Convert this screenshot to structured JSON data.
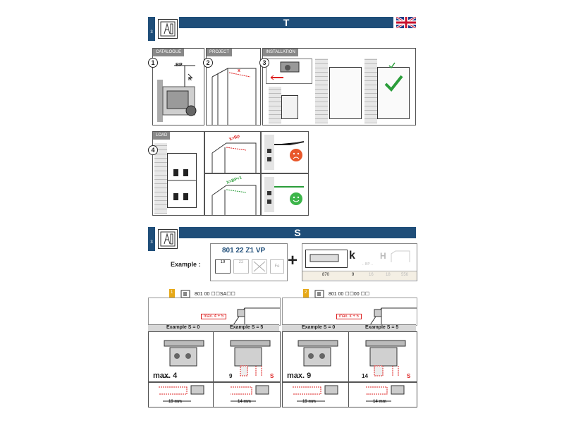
{
  "section_t": {
    "page_number": "3",
    "title": "T",
    "catalogue_label": "CATALOGUE",
    "project_label": "PROJECT",
    "installation_label": "INSTALLATION",
    "load_label": "LOAD",
    "step1": "1",
    "step2": "2",
    "step3": "3",
    "step4": "4",
    "bp_label": "BP",
    "r_label": "R",
    "x_label": "x",
    "x_bp_label": "X>Bp",
    "x_bp_1_label": "X=BP+1"
  },
  "section_s": {
    "page_number": "3",
    "title": "S",
    "article_code": "801 22 Z1 VP",
    "example_label": "Example :",
    "plus_sign": "+",
    "option_19": "19",
    "option_22": "22",
    "option_fe": "Fe",
    "table_value_870": "870",
    "table_value_9": "9",
    "k_label": "k",
    "h_label": "H",
    "faded_bp": "←BP→",
    "faded_16": "16",
    "faded_18": "18",
    "faded_556": "556",
    "left_block": {
      "number": "1",
      "code": "801 00 ☐☐SA☐☐",
      "max_label": "max. 4 + 5",
      "example_s0": "Example S = 0",
      "example_s5": "Example S = 5",
      "max_dim": "max. 4",
      "dim_9": "9",
      "s_label": "S",
      "mm_19": "19 mm",
      "mm_14": "14 mm"
    },
    "right_block": {
      "number": "2",
      "code": "801 00 ☐☐00 ☐☐",
      "max_label": "max. k + 5",
      "example_s0": "Example S = 0",
      "example_s5": "Example S = 5",
      "max_dim": "max. 9",
      "dim_14": "14",
      "s_label": "S",
      "mm_19": "19 mm",
      "mm_14": "14 mm"
    }
  }
}
